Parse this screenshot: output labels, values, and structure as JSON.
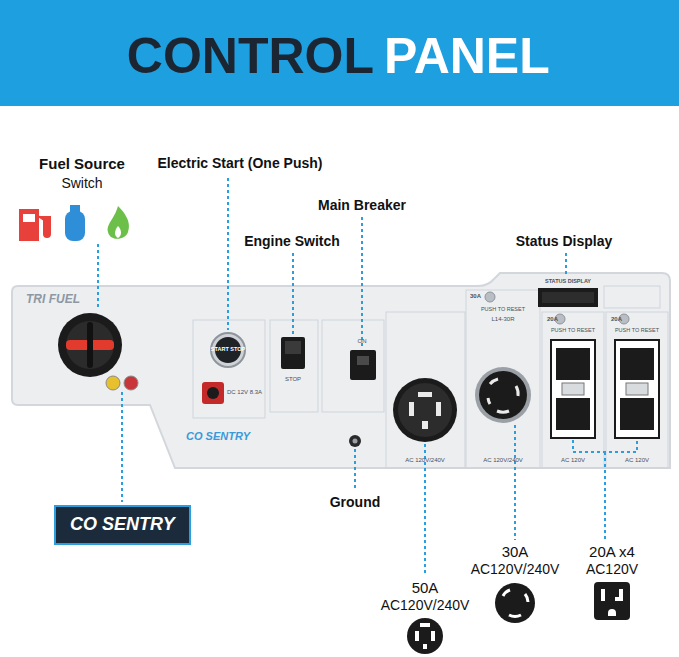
{
  "diagram": {
    "title": "CONTROL",
    "nodes": [
      {
        "text": [
          "CO SENTRY"
        ]
      }
    ],
    "labels": [
      "PANEL",
      "Fuel Source",
      "Switch",
      "Electric Start (One Push)",
      "Engine Switch",
      "Main Breaker",
      "Status Display",
      "Ground",
      "30A",
      "AC120V/240V",
      "20A x4",
      "AC120V",
      "50A",
      "AC120V/240V",
      "TRI FUEL",
      "START STOP",
      "DC 12V 8.3A",
      "CO SENTRY",
      "STOP",
      "ON",
      "PUSH TO RESET",
      "PUSH TO RESET",
      "PUSH TO RESET",
      "AC 120V/240V",
      "AC 120V/240V",
      "AC 120V",
      "AC 120V",
      "STATUS DISPLAY",
      "L14-30R",
      "30A",
      "20A",
      "20A"
    ]
  }
}
